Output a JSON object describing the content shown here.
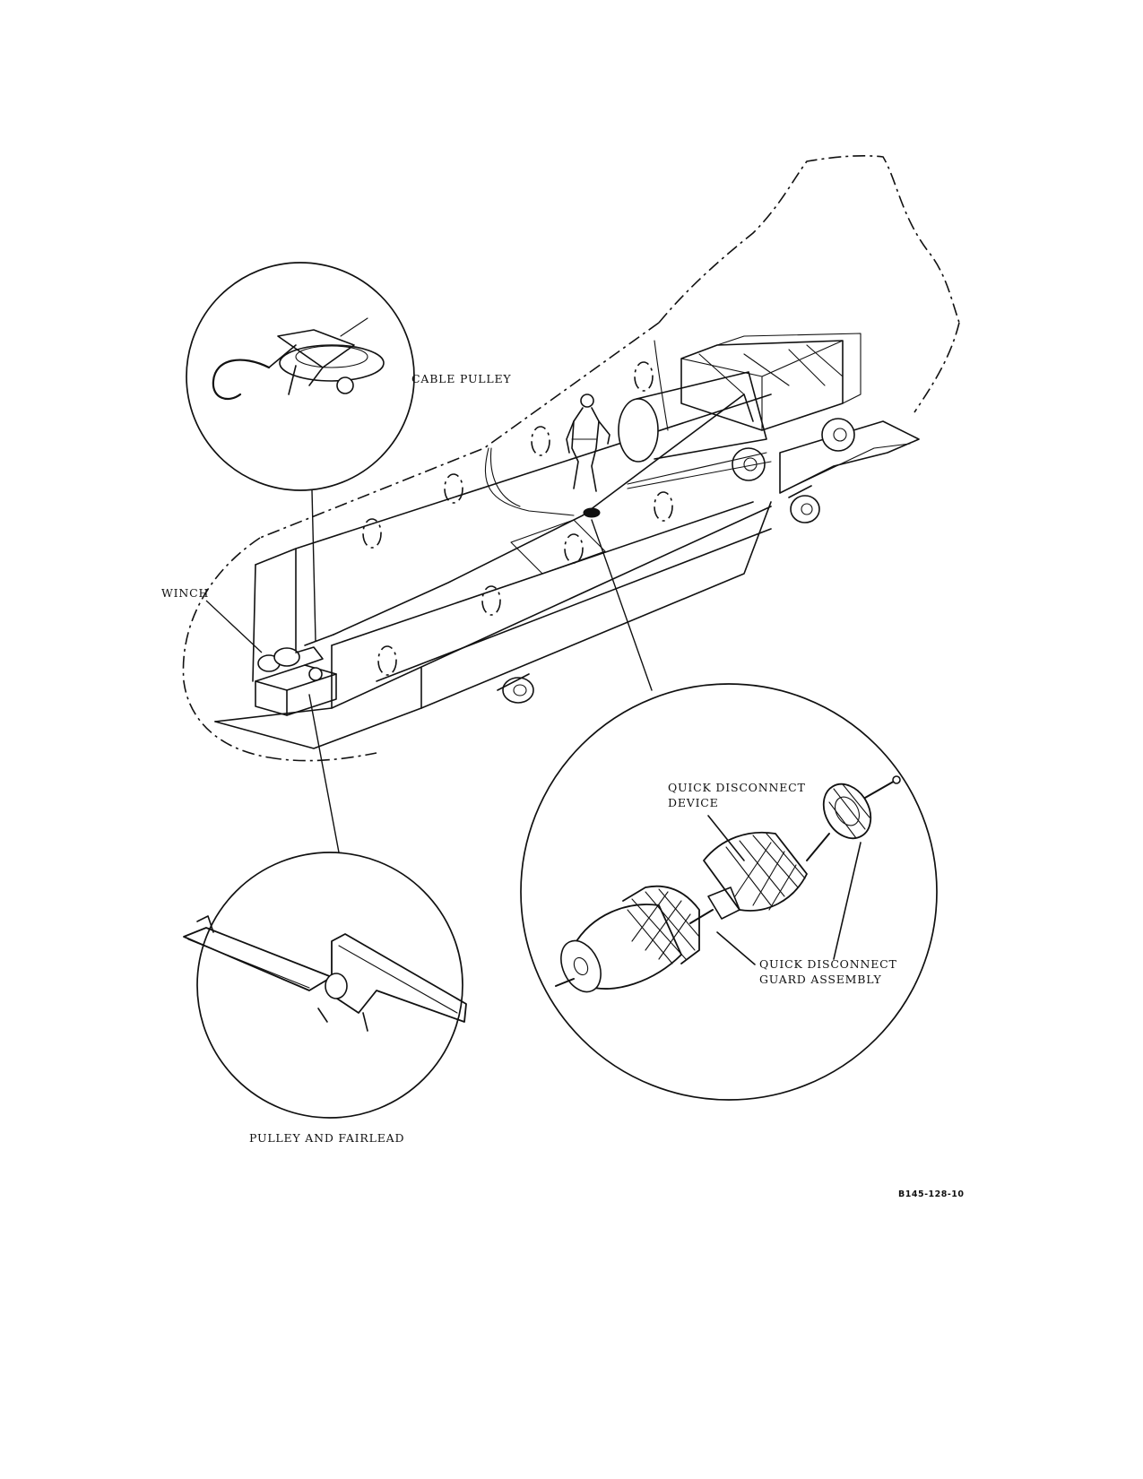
{
  "labels": {
    "cable_pulley": "CABLE PULLEY",
    "winch": "WINCH",
    "quick_disconnect_device_line1": "QUICK DISCONNECT",
    "quick_disconnect_device_line2": "DEVICE",
    "quick_disconnect_guard_line1": "QUICK DISCONNECT",
    "quick_disconnect_guard_line2": "GUARD ASSEMBLY",
    "pulley_and_fairlead": "PULLEY AND FAIRLEAD"
  },
  "figure_id": "B145-128-10"
}
